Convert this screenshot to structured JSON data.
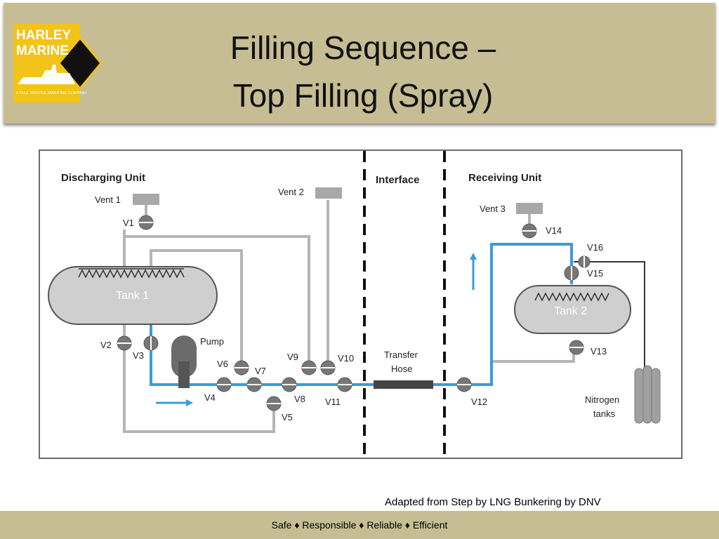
{
  "header": {
    "title_line1": "Filling Sequence –",
    "title_line2": "Top Filling (Spray)"
  },
  "logo": {
    "text_line1": "HARLEY",
    "text_line2": "MARINE",
    "tagline": "A FULL SERVICE MARITIME COMPANY"
  },
  "diagram": {
    "sections": {
      "discharging": "Discharging Unit",
      "interface": "Interface",
      "receiving": "Receiving Unit"
    },
    "vents": {
      "vent1": "Vent 1",
      "vent2": "Vent 2",
      "vent3": "Vent 3"
    },
    "tanks": {
      "tank1": "Tank 1",
      "tank2": "Tank 2"
    },
    "pump": "Pump",
    "hose_line1": "Transfer",
    "hose_line2": "Hose",
    "nitrogen_line1": "Nitrogen",
    "nitrogen_line2": "tanks",
    "valves": {
      "v1": "V1",
      "v2": "V2",
      "v3": "V3",
      "v4": "V4",
      "v5": "V5",
      "v6": "V6",
      "v7": "V7",
      "v8": "V8",
      "v9": "V9",
      "v10": "V10",
      "v11": "V11",
      "v12": "V12",
      "v13": "V13",
      "v14": "V14",
      "v15": "V15",
      "v16": "V16"
    },
    "colors": {
      "flow": "#3a9bdc",
      "pipe": "#b5b5b5",
      "equipment": "#c9c9c9"
    }
  },
  "caption": "Adapted from Step by LNG Bunkering by DNV",
  "footer": "Safe ♦ Responsible ♦ Reliable ♦ Efficient"
}
